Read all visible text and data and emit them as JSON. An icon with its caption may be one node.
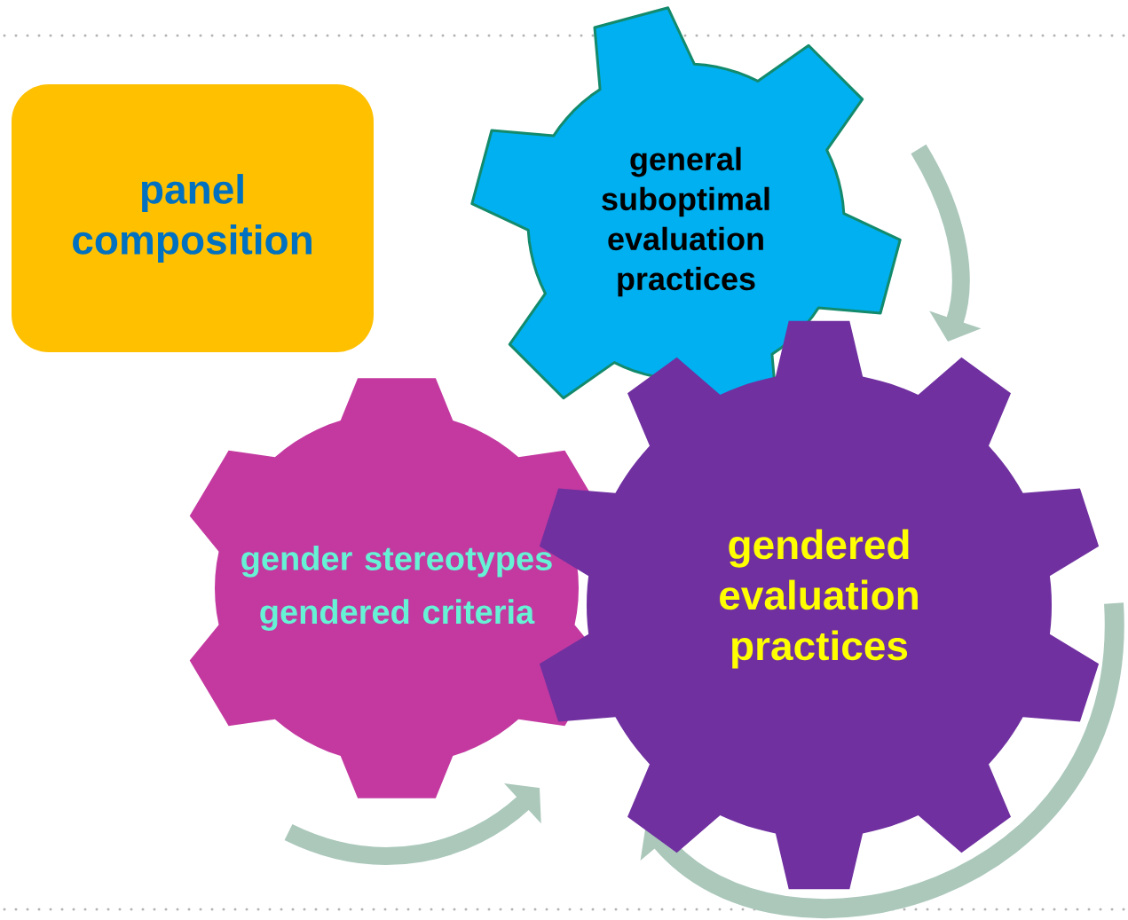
{
  "diagram": {
    "nodes": [
      {
        "text": [
          "panel composition"
        ]
      },
      {
        "text": [
          "general suboptimal evaluation practices"
        ]
      },
      {
        "text": [
          "gender stereotypes",
          "gendered criteria"
        ]
      },
      {
        "text": [
          "gendered evaluation practices"
        ]
      }
    ]
  }
}
